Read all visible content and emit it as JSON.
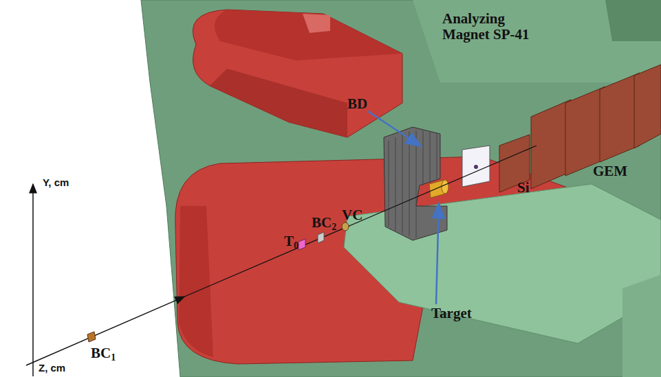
{
  "diagram": {
    "labels": [
      "Analyzing Magnet SP-41",
      "BD",
      "Si",
      "GEM",
      "Y, cm",
      "T0",
      "BC2",
      "VC",
      "Target",
      "BC1",
      "Z, cm"
    ]
  }
}
